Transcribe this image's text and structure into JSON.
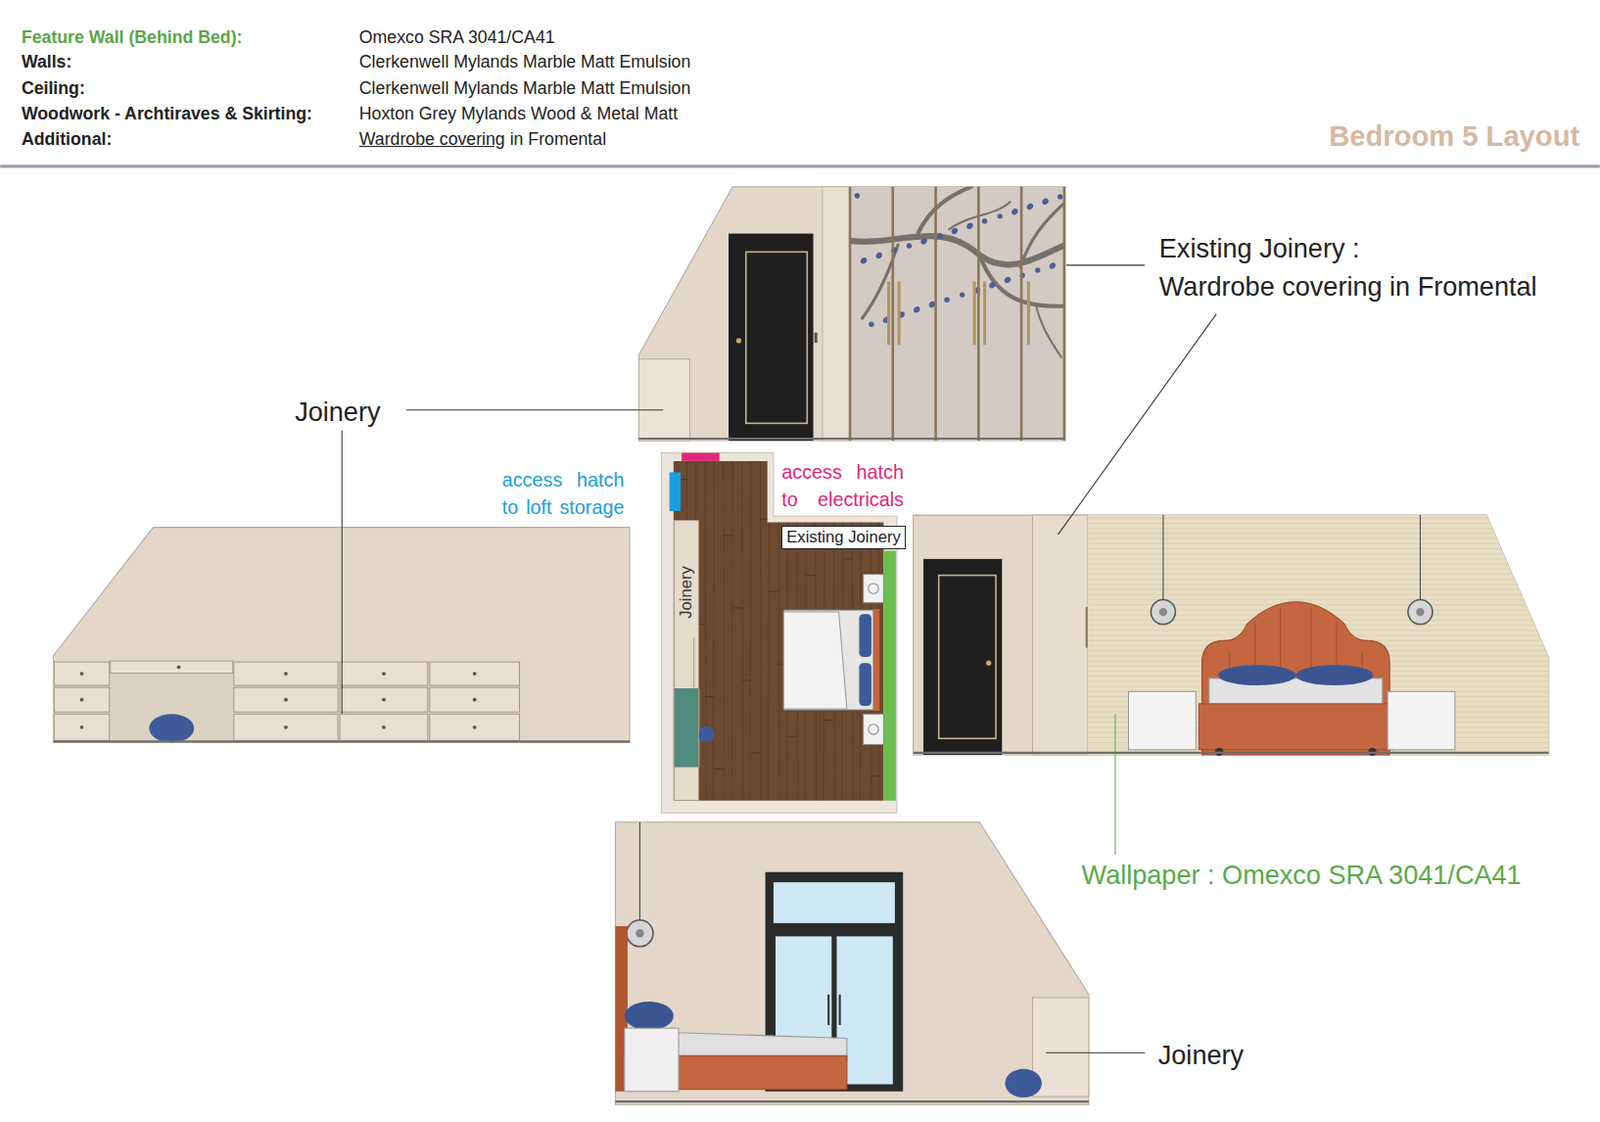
{
  "diagram": {
    "title": "Bedroom 5 Layout",
    "nodes": [
      {
        "text": [
          "Existing Joinery"
        ]
      },
      {
        "text": [
          "Joinery"
        ]
      }
    ],
    "labels": [
      "Feature Wall (Behind Bed):",
      "Omexco SRA 3041/CA41",
      "Walls:",
      "Clerkenwell Mylands Marble Matt Emulsion",
      "Ceiling:",
      "Clerkenwell Mylands Marble Matt Emulsion",
      "Woodwork - Archtiraves & Skirting:",
      "Hoxton Grey Mylands Wood & Metal Matt",
      "Additional:",
      "Wardrobe covering",
      "in Fromental",
      "Joinery",
      "Existing Joinery :",
      "Wardrobe covering in Fromental",
      "access hatch to loft storage",
      "access hatch to electricals",
      "Wallpaper : Omexco SRA 3041/CA41",
      "Joinery"
    ]
  }
}
